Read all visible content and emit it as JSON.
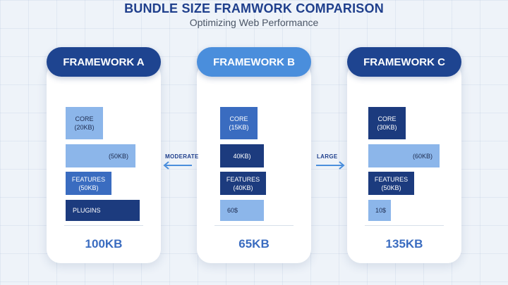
{
  "header": {
    "title": "BUNDLE SIZE FRAMWORK COMPARISON",
    "subtitle": "Optimizing Web Performance"
  },
  "frameworks": [
    {
      "name": "FRAMEWORK A",
      "total": "100KB",
      "segments": [
        {
          "line1": "CORE",
          "line2": "(20KB)"
        },
        {
          "line1": "(50KB)",
          "line2": ""
        },
        {
          "line1": "FEATURES",
          "line2": "(50KB)"
        },
        {
          "line1": "PLUGINS",
          "line2": ""
        }
      ]
    },
    {
      "name": "FRAMEWORK B",
      "total": "65KB",
      "segments": [
        {
          "line1": "CORE",
          "line2": "(15KB)"
        },
        {
          "line1": "40KB)",
          "line2": ""
        },
        {
          "line1": "FEATURES",
          "line2": "(40KB)"
        },
        {
          "line1": "60$",
          "line2": ""
        }
      ]
    },
    {
      "name": "FRAMEWORK C",
      "total": "135KB",
      "segments": [
        {
          "line1": "CORE",
          "line2": "(30KB)"
        },
        {
          "line1": "(60KB)",
          "line2": ""
        },
        {
          "line1": "FEATURES",
          "line2": "(50KB)"
        },
        {
          "line1": "10$",
          "line2": ""
        }
      ]
    }
  ],
  "connectors": {
    "left_label": "MODERATE",
    "right_label": "LARGE"
  },
  "colors": {
    "light": "#8cb6ea",
    "mid": "#3a6cc0",
    "dark": "#1c3b7e",
    "accent": "#4a8edc"
  }
}
